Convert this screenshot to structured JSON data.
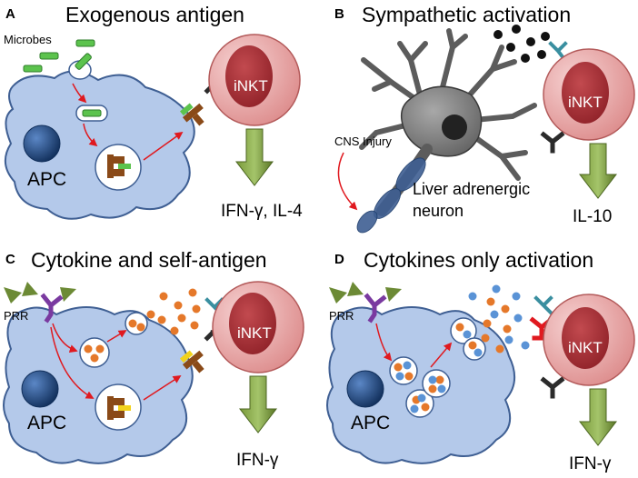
{
  "panels": {
    "A": {
      "letter": "A",
      "title": "Exogenous antigen",
      "microbes": "Microbes",
      "apc": "APC",
      "inkt": "iNKT",
      "output": "IFN-γ, IL-4"
    },
    "B": {
      "letter": "B",
      "title": "Sympathetic activation",
      "injury": "CNS Injury",
      "neuron_line1": "Liver adrenergic",
      "neuron_line2": "neuron",
      "inkt": "iNKT",
      "output": "IL-10"
    },
    "C": {
      "letter": "C",
      "title": "Cytokine and self-antigen",
      "prr": "PRR",
      "apc": "APC",
      "inkt": "iNKT",
      "output": "IFN-γ"
    },
    "D": {
      "letter": "D",
      "title": "Cytokines only activation",
      "prr": "PRR",
      "apc": "APC",
      "inkt": "iNKT",
      "output": "IFN-γ"
    }
  },
  "colors": {
    "apc_fill": "#b4c9ea",
    "apc_stroke": "#3f5f93",
    "nucleus": "#1f3f6e",
    "inkt_outer": "#e8a6a6",
    "inkt_inner": "#a3262d",
    "arrow_red": "#e0191f",
    "output_arrow": "#5f7a2c",
    "microbe_green": "#5cc34d",
    "cytokine_orange": "#e5782a",
    "cytokine_blue": "#5a93d6",
    "ligand_triangle": "#6c8a35",
    "prr_purple": "#7a3aa0",
    "receptor_teal": "#3a8fa0",
    "receptor_red": "#e0191f",
    "receptor_brown": "#8a4a18",
    "neuron_gray": "#6d6d6d"
  }
}
